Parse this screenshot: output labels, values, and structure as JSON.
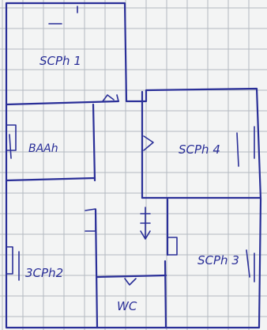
{
  "rooms": {
    "r1": "SCPh 1",
    "bath": "BAAh",
    "r4": "SCPh 4",
    "r2": "3CPh2",
    "r3": "SCPh 3",
    "wc": "WC"
  },
  "colors": {
    "ink": "#2a2f98",
    "grid": "#b3b9c0",
    "paper": "#f3f4f4"
  }
}
